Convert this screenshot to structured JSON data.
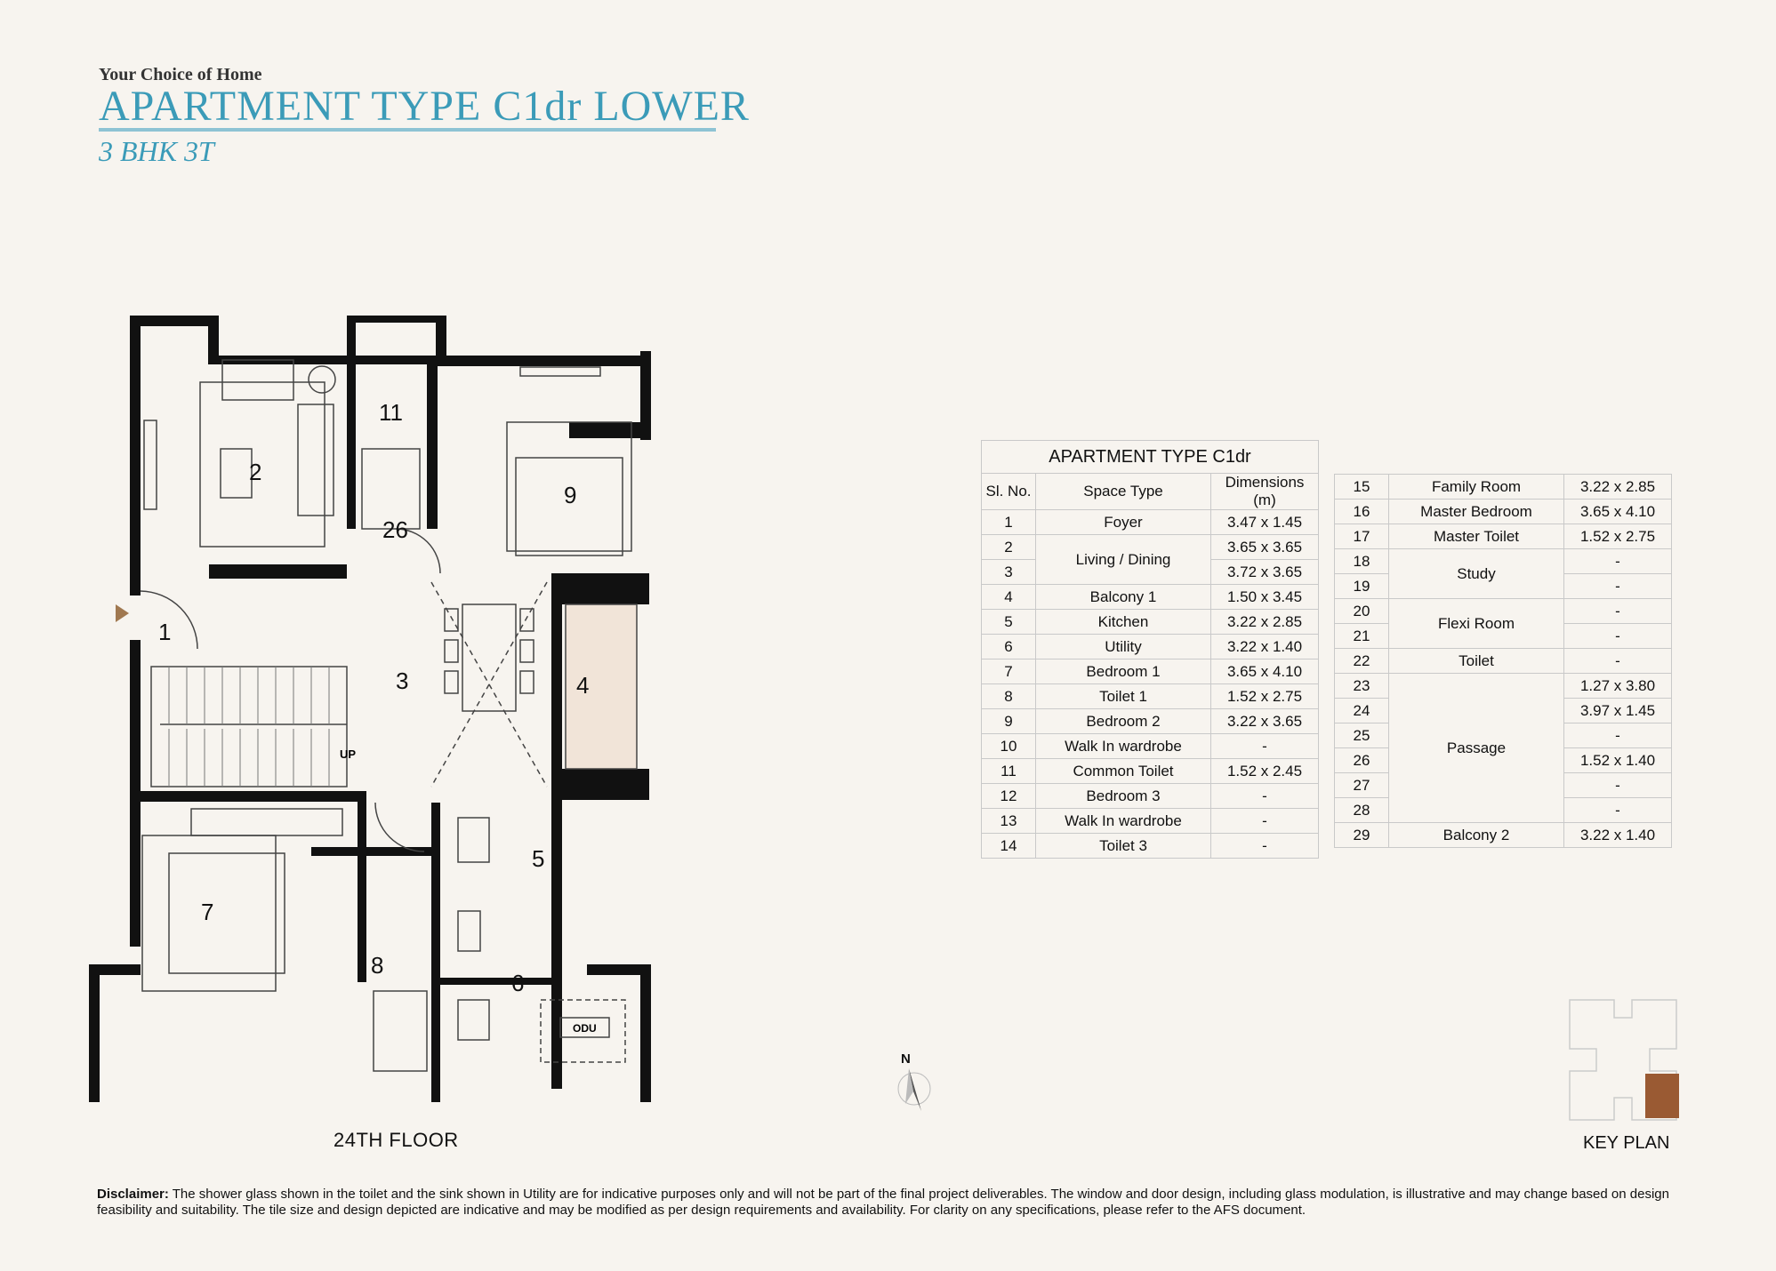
{
  "header": {
    "kicker": "Your Choice of Home",
    "title": "APARTMENT TYPE C1dr LOWER",
    "subtitle": "3 BHK 3T"
  },
  "plan": {
    "floor_label": "24TH FLOOR",
    "room_numbers": [
      "1",
      "2",
      "3",
      "4",
      "5",
      "6",
      "7",
      "8",
      "9",
      "11",
      "26"
    ],
    "up_label": "UP",
    "odu_label": "ODU",
    "north_label": "N",
    "key_plan_label": "KEY PLAN"
  },
  "table": {
    "caption": "APARTMENT TYPE C1dr",
    "headers": [
      "Sl. No.",
      "Space Type",
      "Dimensions (m)"
    ],
    "left_rows": [
      {
        "no": "1",
        "space": "Foyer",
        "dim": "3.47 x 1.45"
      },
      {
        "no": "2",
        "space": "Living / Dining",
        "dim": "3.65 x 3.65"
      },
      {
        "no": "3",
        "space": "",
        "dim": "3.72 x 3.65"
      },
      {
        "no": "4",
        "space": "Balcony 1",
        "dim": "1.50 x 3.45"
      },
      {
        "no": "5",
        "space": "Kitchen",
        "dim": "3.22 x 2.85"
      },
      {
        "no": "6",
        "space": "Utility",
        "dim": "3.22 x 1.40"
      },
      {
        "no": "7",
        "space": "Bedroom 1",
        "dim": "3.65 x 4.10"
      },
      {
        "no": "8",
        "space": "Toilet 1",
        "dim": "1.52 x 2.75"
      },
      {
        "no": "9",
        "space": "Bedroom 2",
        "dim": "3.22 x 3.65"
      },
      {
        "no": "10",
        "space": "Walk In wardrobe",
        "dim": "-"
      },
      {
        "no": "11",
        "space": "Common Toilet",
        "dim": "1.52 x 2.45"
      },
      {
        "no": "12",
        "space": "Bedroom 3",
        "dim": "-"
      },
      {
        "no": "13",
        "space": "Walk In wardrobe",
        "dim": "-"
      },
      {
        "no": "14",
        "space": "Toilet 3",
        "dim": "-"
      }
    ],
    "right_rows": [
      {
        "no": "15",
        "space": "Family Room",
        "dim": "3.22 x 2.85"
      },
      {
        "no": "16",
        "space": "Master Bedroom",
        "dim": "3.65 x 4.10"
      },
      {
        "no": "17",
        "space": "Master Toilet",
        "dim": "1.52 x 2.75"
      },
      {
        "no": "18",
        "space": "Study",
        "dim": "-"
      },
      {
        "no": "19",
        "space": "",
        "dim": "-"
      },
      {
        "no": "20",
        "space": "Flexi Room",
        "dim": "-"
      },
      {
        "no": "21",
        "space": "",
        "dim": "-"
      },
      {
        "no": "22",
        "space": "Toilet",
        "dim": "-"
      },
      {
        "no": "23",
        "space": "Passage",
        "dim": "1.27 x 3.80"
      },
      {
        "no": "24",
        "space": "",
        "dim": "3.97 x 1.45"
      },
      {
        "no": "25",
        "space": "",
        "dim": "-"
      },
      {
        "no": "26",
        "space": "",
        "dim": "1.52 x 1.40"
      },
      {
        "no": "27",
        "space": "",
        "dim": "-"
      },
      {
        "no": "28",
        "space": "",
        "dim": "-"
      },
      {
        "no": "29",
        "space": "Balcony 2",
        "dim": "3.22 x 1.40"
      }
    ]
  },
  "disclaimer": {
    "label": "Disclaimer:",
    "text": " The shower glass shown in the toilet and the sink shown in Utility are for indicative purposes only and will not be part of the final project deliverables. The window and door design, including glass modulation, is illustrative and may change based on design feasibility and suitability. The tile size and design depicted are indicative and may be modified as per design requirements and availability. For clarity on any specifications, please refer to the AFS document."
  },
  "colors": {
    "accent": "#3b9bb8",
    "key_unit": "#9a5a33",
    "wall": "#111111"
  }
}
